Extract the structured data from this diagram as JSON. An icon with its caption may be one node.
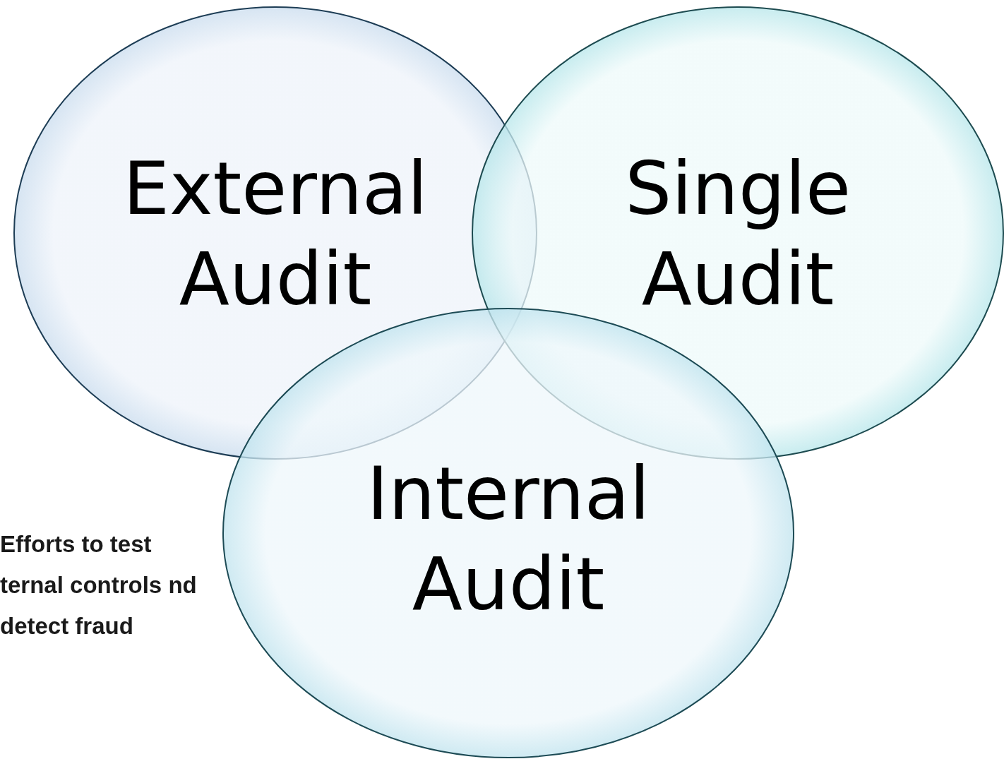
{
  "diagram": {
    "nodes": [
      {
        "text": [
          "External Audit"
        ]
      },
      {
        "text": [
          "Single Audit"
        ]
      },
      {
        "text": [
          "Internal Audit"
        ]
      }
    ],
    "labels": [
      "Efforts to test ternal controls nd detect fraud"
    ]
  }
}
